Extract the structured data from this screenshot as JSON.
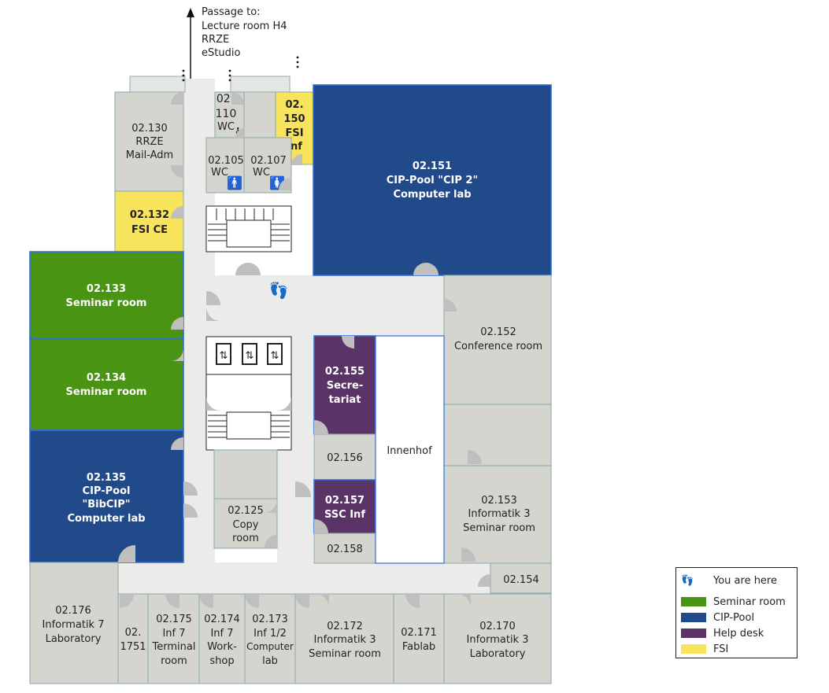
{
  "passage": {
    "title": "Passage to:",
    "lines": [
      "Lecture room H4",
      "RRZE",
      "eStudio"
    ]
  },
  "rooms": {
    "r130": {
      "l1": "02.130",
      "l2": "RRZE",
      "l3": "Mail-Adm"
    },
    "r132": {
      "l1": "02.132",
      "l2": "FSI CE"
    },
    "r133": {
      "l1": "02.133",
      "l2": "Seminar room"
    },
    "r134": {
      "l1": "02.134",
      "l2": "Seminar room"
    },
    "r135": {
      "l1": "02.135",
      "l2": "CIP-Pool",
      "l3": "\"BibCIP\"",
      "l4": "Computer lab"
    },
    "r110": {
      "l1": "02.",
      "l2": "110",
      "l3": "WC"
    },
    "r150": {
      "l1": "02.",
      "l2": "150",
      "l3": "FSI",
      "l4": "Inf"
    },
    "r105": {
      "l1": "02.105",
      "l2": "WC"
    },
    "r107": {
      "l1": "02.107",
      "l2": "WC"
    },
    "r151": {
      "l1": "02.151",
      "l2": "CIP-Pool \"CIP 2\"",
      "l3": "Computer lab"
    },
    "r152": {
      "l1": "02.152",
      "l2": "Conference room"
    },
    "r153": {
      "l1": "02.153",
      "l2": "Informatik 3",
      "l3": "Seminar room"
    },
    "r154": {
      "l1": "02.154"
    },
    "r155": {
      "l1": "02.155",
      "l2": "Secre-",
      "l3": "tariat"
    },
    "r156": {
      "l1": "02.156"
    },
    "r157": {
      "l1": "02.157",
      "l2": "SSC Inf"
    },
    "r158": {
      "l1": "02.158"
    },
    "r125": {
      "l1": "02.125",
      "l2": "Copy",
      "l3": "room"
    },
    "innenhof": {
      "l1": "Innenhof"
    },
    "r176": {
      "l1": "02.176",
      "l2": "Informatik 7",
      "l3": "Laboratory"
    },
    "r1751": {
      "l1": "02.",
      "l2": "1751"
    },
    "r175": {
      "l1": "02.175",
      "l2": "Inf 7",
      "l3": "Terminal",
      "l4": "room"
    },
    "r174": {
      "l1": "02.174",
      "l2": "Inf 7",
      "l3": "Work-",
      "l4": "shop"
    },
    "r173": {
      "l1": "02.173",
      "l2": "Inf 1/2",
      "l3": "Computer",
      "l4": "lab"
    },
    "r172": {
      "l1": "02.172",
      "l2": "Informatik 3",
      "l3": "Seminar room"
    },
    "r171": {
      "l1": "02.171",
      "l2": "Fablab"
    },
    "r170": {
      "l1": "02.170",
      "l2": "Informatik 3",
      "l3": "Laboratory"
    }
  },
  "legend": {
    "here": "You are here",
    "seminar": "Seminar room",
    "cip": "CIP-Pool",
    "help": "Help desk",
    "fsi": "FSI"
  },
  "colors": {
    "seminar": "#4a9413",
    "cip": "#214a8a",
    "help": "#5a3466",
    "fsi": "#f8e45c",
    "room": "#d5d5d0",
    "corridor": "#ebebea",
    "here": "#e8221e"
  }
}
